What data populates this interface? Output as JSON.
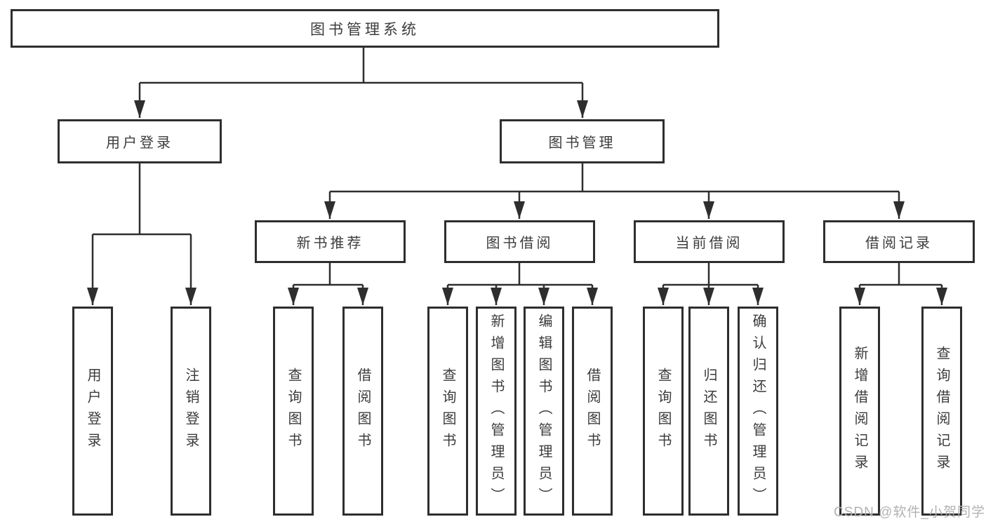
{
  "colors": {
    "line": "#2e2e2e",
    "box_border": "#2e2e2e",
    "text": "#3c3c3c",
    "watermark": "#b2b2b2",
    "background": "#ffffff"
  },
  "tree": {
    "label": "图书管理系统",
    "children": [
      {
        "label": "用户登录",
        "children": [
          {
            "label": "用户登录"
          },
          {
            "label": "注销登录"
          }
        ]
      },
      {
        "label": "图书管理",
        "children": [
          {
            "label": "新书推荐",
            "children": [
              {
                "label": "查询图书"
              },
              {
                "label": "借阅图书"
              }
            ]
          },
          {
            "label": "图书借阅",
            "children": [
              {
                "label": "查询图书"
              },
              {
                "label": "新增图书（管理员）"
              },
              {
                "label": "编辑图书（管理员）"
              },
              {
                "label": "借阅图书"
              }
            ]
          },
          {
            "label": "当前借阅",
            "children": [
              {
                "label": "查询图书"
              },
              {
                "label": "归还图书"
              },
              {
                "label": "确认归还（管理员）"
              }
            ]
          },
          {
            "label": "借阅记录",
            "children": [
              {
                "label": "新增借阅记录"
              },
              {
                "label": "查询借阅记录"
              }
            ]
          }
        ]
      }
    ]
  },
  "watermark": {
    "text": "CSDN @软件_小贺同学"
  }
}
